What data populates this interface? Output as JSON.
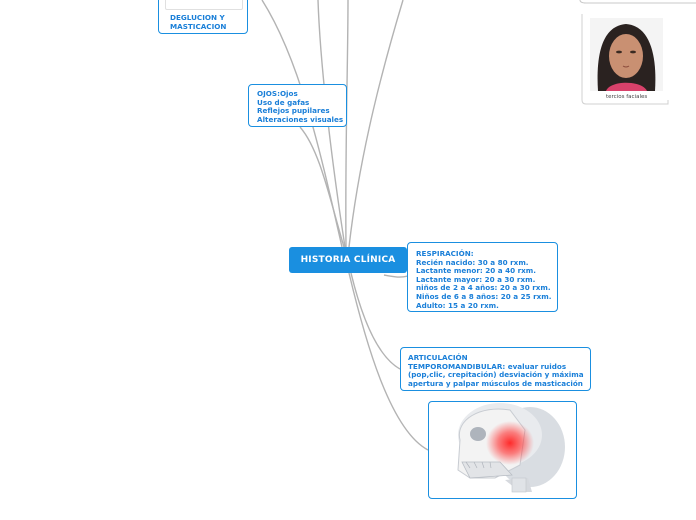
{
  "central_topic": "HISTORIA CLÍNICA",
  "nodes": {
    "deglucion": [
      "DEGLUCION Y",
      "MASTICACION"
    ],
    "ojos": [
      "OJOS:Ojos",
      "Uso de gafas",
      "Reflejos pupilares",
      "Alteraciones visuales"
    ],
    "respiracion": [
      "RESPIRACIÓN:",
      "Recién nacido: 30 a 80 rxm.",
      "Lactante menor: 20 a 40 rxm.",
      "Lactante mayor: 20 a 30 rxm.",
      "niños de 2 a 4 años: 20 a 30 rxm.",
      "Niños de 6 a 8 años: 20 a 25 rxm.",
      "Adulto: 15 a 20 rxm."
    ],
    "articulacion": [
      "ARTICULACIÓN",
      "TEMPOROMANDIBULAR: evaluar ruidos",
      "(pop,clic, crepitación) desviación y máxima",
      "apertura y palpar músculos de masticación"
    ]
  },
  "photo_caption": "tercios faciales",
  "colors": {
    "accent": "#1a8fe0",
    "text": "#1a7fd8",
    "branch": "#b0b0b0"
  }
}
